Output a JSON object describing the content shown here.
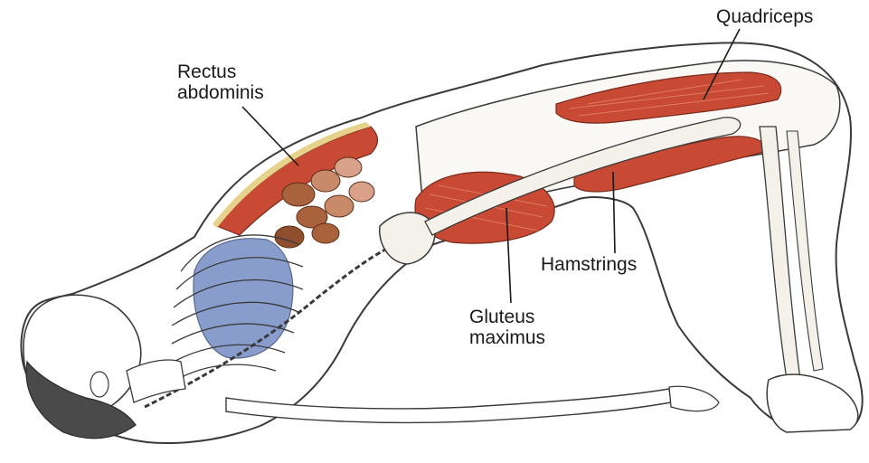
{
  "labels": {
    "quadriceps": "Quadriceps",
    "rectus_line1": "Rectus",
    "rectus_line2": "abdominis",
    "hamstrings": "Hamstrings",
    "gluteus_line1": "Gluteus",
    "gluteus_line2": "maximus"
  },
  "colors": {
    "muscle": "#c94a34",
    "muscle_light": "#e07a5f",
    "bone": "#f4f1ea",
    "outline": "#3a3a3a",
    "lung": "#7d93c8",
    "organ": "#a8623c",
    "fat": "#e6d28a"
  }
}
